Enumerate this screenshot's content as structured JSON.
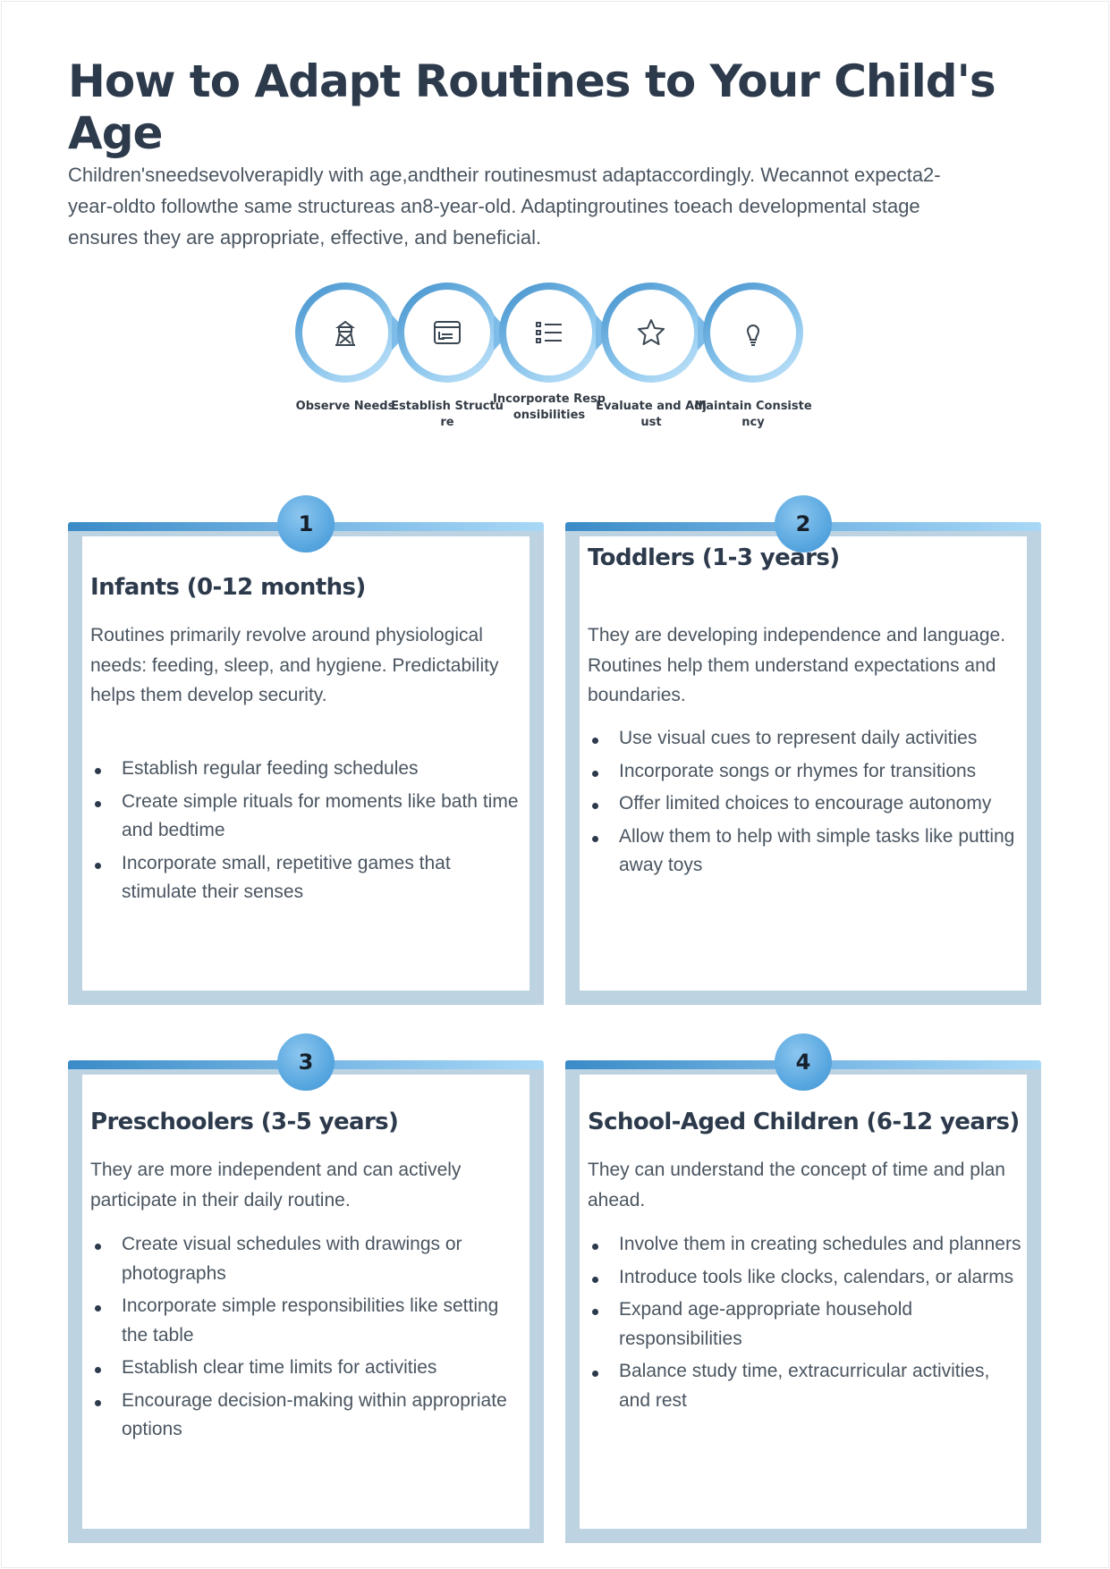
{
  "title": "How to Adapt Routines to Your Child's Age",
  "intro": "Children'sneedsevolverapidly with age,andtheir routinesmust adaptaccordingly. Wecannot expecta2-year-oldto followthe same structureas an8-year-old. Adaptingroutines toeach developmental stage ensures they are appropriate, effective, and beneficial.",
  "process": {
    "colors": {
      "ring_dark": "#3f8fcb",
      "ring_light": "#c7e6fa"
    },
    "steps": [
      {
        "label": "Observe Needs",
        "icon": "watchtower-icon"
      },
      {
        "label": "Establish Structure",
        "icon": "layout-icon"
      },
      {
        "label": "Incorporate Responsibilities",
        "icon": "list-icon"
      },
      {
        "label": "Evaluate and Adjust",
        "icon": "star-icon"
      },
      {
        "label": "Maintain Consistency",
        "icon": "lightbulb-icon"
      }
    ]
  },
  "cards": [
    {
      "number": "1",
      "title": "Infants (0-12 months)",
      "description": "Routines primarily revolve around physiological needs: feeding, sleep, and hygiene. Predictability helps them develop security.",
      "items": [
        "Establish regular feeding schedules",
        "Create simple rituals for moments like bath time and bedtime",
        "Incorporate small, repetitive games that stimulate their senses"
      ]
    },
    {
      "number": "2",
      "title": "Toddlers (1-3 years)",
      "description": "They are developing independence and language. Routines help them understand expectations and boundaries.",
      "items": [
        "Use visual cues to represent daily activities",
        "Incorporate songs or rhymes for transitions",
        "Offer limited choices to encourage autonomy",
        "Allow them to help with simple tasks like putting away toys"
      ]
    },
    {
      "number": "3",
      "title": "Preschoolers (3-5 years)",
      "description": "They are more independent and can actively participate in their daily routine.",
      "items": [
        "Create visual schedules with drawings or photographs",
        "Incorporate simple responsibilities like setting the table",
        "Establish clear time limits for activities",
        "Encourage decision-making within appropriate options"
      ]
    },
    {
      "number": "4",
      "title": "School-Aged Children (6-12 years)",
      "description": "They can understand the concept of time and plan ahead.",
      "items": [
        "Involve them in creating schedules and planners",
        "Introduce tools like clocks, calendars, or alarms",
        "Expand age-appropriate household responsibilities",
        "Balance study time, extracurricular activities, and rest"
      ]
    }
  ]
}
